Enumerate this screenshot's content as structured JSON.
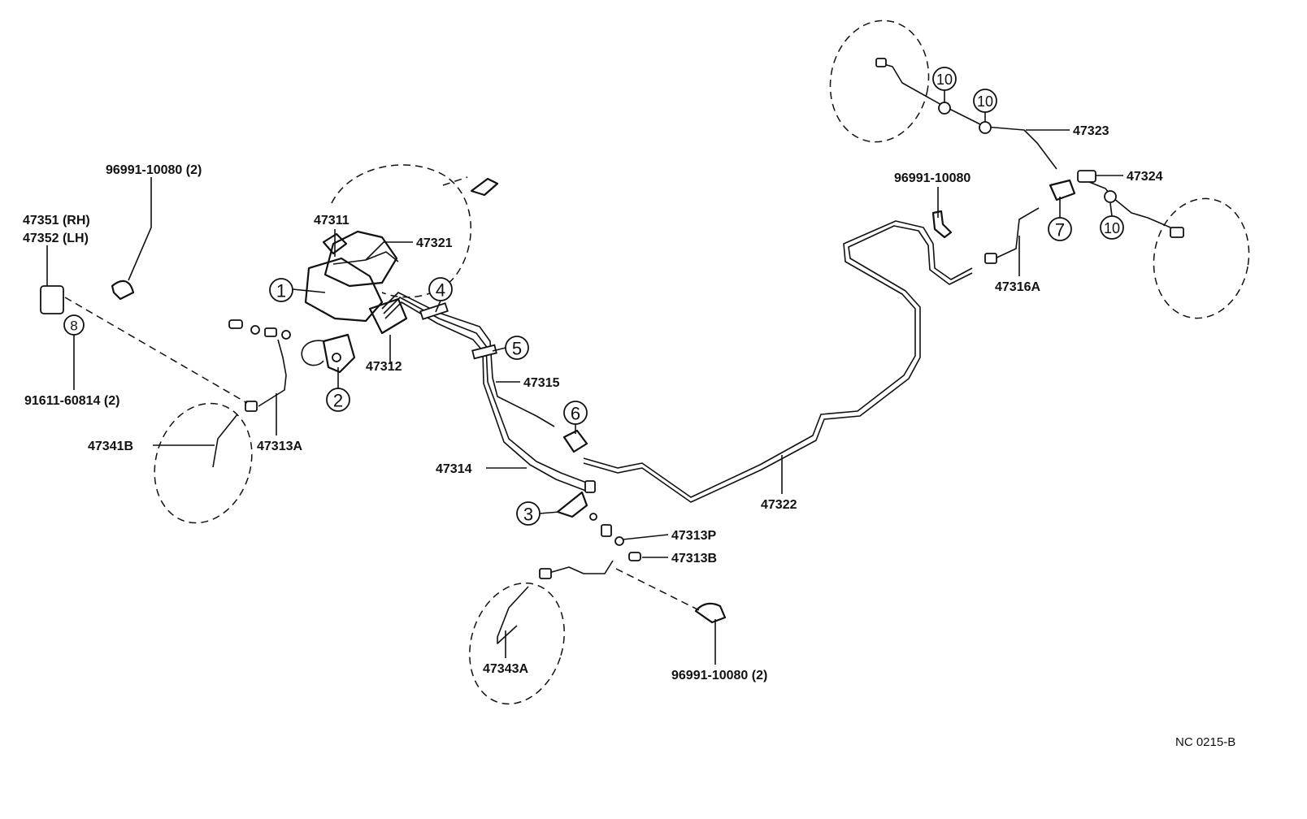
{
  "labels": {
    "p96991_left": "96991-10080 (2)",
    "p47351": "47351 (RH)",
    "p47352": "47352 (LH)",
    "p91611": "91611-60814 (2)",
    "p47341b": "47341B",
    "p47313a": "47313A",
    "p47311": "47311",
    "p47321": "47321",
    "p47312": "47312",
    "p47315": "47315",
    "p47314": "47314",
    "p47322": "47322",
    "p47313p": "47313P",
    "p47313b": "47313B",
    "p47343a": "47343A",
    "p96991_bottom": "96991-10080 (2)",
    "p96991_right": "96991-10080",
    "p47323": "47323",
    "p47324": "47324",
    "p47316a": "47316A"
  },
  "callouts": {
    "c1": "1",
    "c2": "2",
    "c3": "3",
    "c4": "4",
    "c5": "5",
    "c6": "6",
    "c7": "7",
    "c8": "8",
    "c10a": "10",
    "c10b": "10",
    "c10c": "10"
  },
  "footer": {
    "code": "NC 0215-B"
  }
}
